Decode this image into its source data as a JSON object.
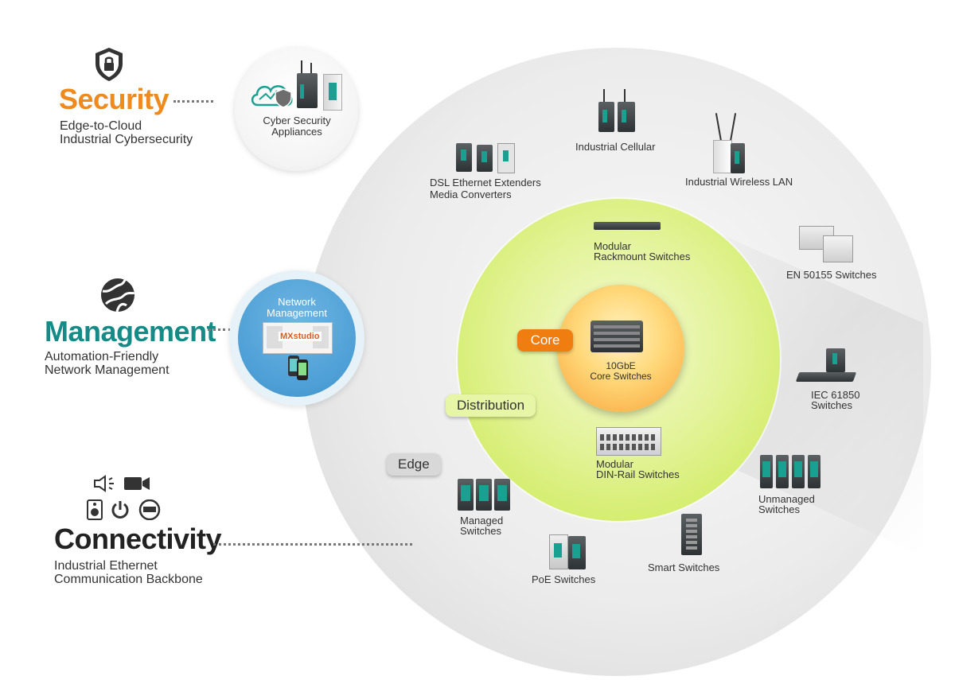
{
  "pillars": {
    "security": {
      "title": "Security",
      "sub1": "Edge-to-Cloud",
      "sub2": "Industrial Cybersecurity",
      "color": "#ef8a1e",
      "bubble_label1": "Cyber Security",
      "bubble_label2": "Appliances"
    },
    "management": {
      "title": "Management",
      "sub1": "Automation-Friendly",
      "sub2": "Network Management",
      "color": "#168a86",
      "bubble_title1": "Network",
      "bubble_title2": "Management",
      "app_name": "MXstudio"
    },
    "connectivity": {
      "title": "Connectivity",
      "sub1": "Industrial Ethernet",
      "sub2": "Communication Backbone",
      "color": "#222222"
    }
  },
  "tiers": {
    "core": "Core",
    "distribution": "Distribution",
    "edge": "Edge"
  },
  "core_device": {
    "line1": "10GbE",
    "line2": "Core Switches"
  },
  "distribution_devices": {
    "rackmount": {
      "line1": "Modular",
      "line2": "Rackmount Switches"
    },
    "dinrail": {
      "line1": "Modular",
      "line2": "DIN-Rail Switches"
    }
  },
  "edge_devices": {
    "dsl": {
      "line1": "DSL Ethernet Extenders",
      "line2": "Media Converters"
    },
    "cellular": {
      "line1": "Industrial Cellular"
    },
    "wlan": {
      "line1": "Industrial Wireless LAN"
    },
    "en50155": {
      "line1": "EN 50155 Switches"
    },
    "iec61850": {
      "line1": "IEC 61850",
      "line2": "Switches"
    },
    "unmanaged": {
      "line1": "Unmanaged",
      "line2": "Switches"
    },
    "smart": {
      "line1": "Smart Switches"
    },
    "poe": {
      "line1": "PoE Switches"
    },
    "managed": {
      "line1": "Managed",
      "line2": "Switches"
    }
  },
  "colors": {
    "core_orange": "#f07d0f",
    "distribution_green": "#c8e84a",
    "edge_gray": "#e6e6e6",
    "mgmt_blue": "#4d9fd6",
    "teal": "#1aa090"
  },
  "icons": [
    "shield-icon",
    "globe-icon",
    "speaker-icon",
    "camera-icon",
    "loudspeaker-icon",
    "power-icon",
    "meter-icon"
  ]
}
